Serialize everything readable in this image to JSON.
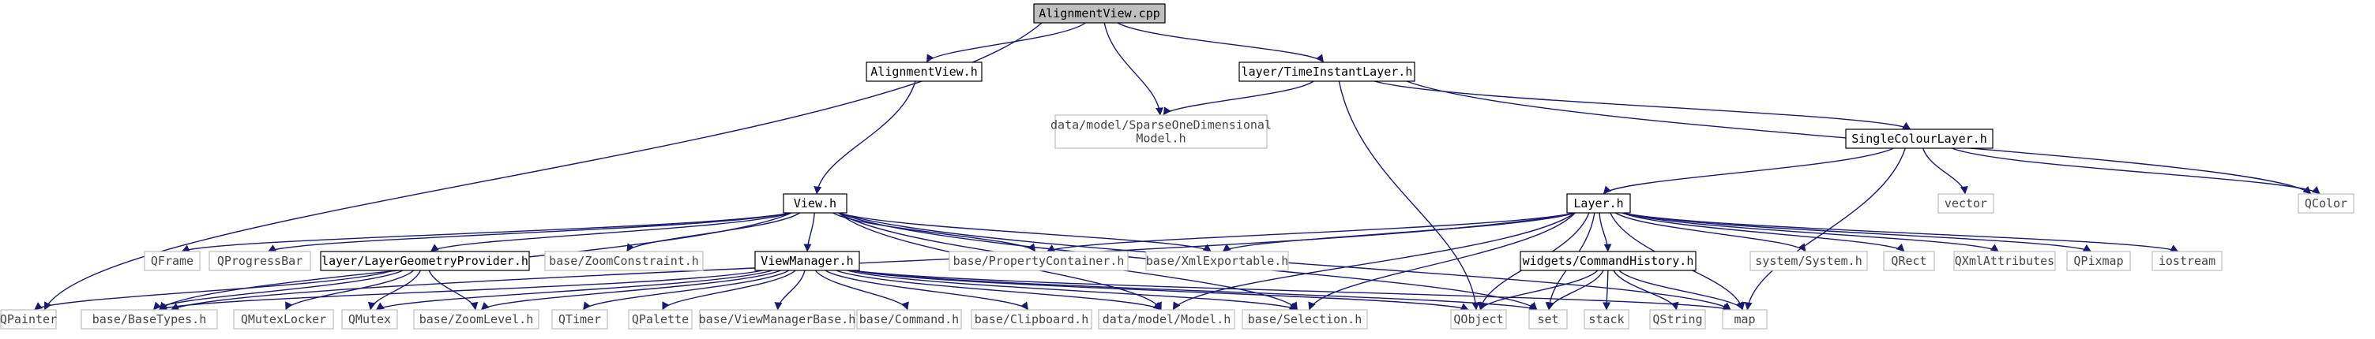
{
  "diagram": {
    "colors": {
      "edge": "#191970",
      "border_dark": "#000000",
      "border_light": "#bfbfbf",
      "text_dark": "#000000",
      "text_light": "#444444",
      "root_fill": "#bfbfbf",
      "node_fill": "#ffffff"
    },
    "nodes": [
      {
        "id": "alignmentview_cpp",
        "lines": [
          "AlignmentView.cpp"
        ],
        "style": "root"
      },
      {
        "id": "alignmentview_h",
        "lines": [
          "AlignmentView.h"
        ],
        "style": "dark"
      },
      {
        "id": "timeinstantlayer_h",
        "lines": [
          "layer/TimeInstantLayer.h"
        ],
        "style": "dark"
      },
      {
        "id": "sparseonedim_h",
        "lines": [
          "data/model/SparseOneDimensional",
          "Model.h"
        ],
        "style": "light"
      },
      {
        "id": "singlecolourlayer_h",
        "lines": [
          "SingleColourLayer.h"
        ],
        "style": "dark"
      },
      {
        "id": "view_h",
        "lines": [
          "View.h"
        ],
        "style": "dark"
      },
      {
        "id": "layer_h",
        "lines": [
          "Layer.h"
        ],
        "style": "dark"
      },
      {
        "id": "vector",
        "lines": [
          "vector"
        ],
        "style": "light"
      },
      {
        "id": "qcolor",
        "lines": [
          "QColor"
        ],
        "style": "light"
      },
      {
        "id": "qframe",
        "lines": [
          "QFrame"
        ],
        "style": "light"
      },
      {
        "id": "qprogressbar",
        "lines": [
          "QProgressBar"
        ],
        "style": "light"
      },
      {
        "id": "layergeometryprovider_h",
        "lines": [
          "layer/LayerGeometryProvider.h"
        ],
        "style": "dark"
      },
      {
        "id": "zoomconstraint_h",
        "lines": [
          "base/ZoomConstraint.h"
        ],
        "style": "light"
      },
      {
        "id": "viewmanager_h",
        "lines": [
          "ViewManager.h"
        ],
        "style": "dark"
      },
      {
        "id": "propertycontainer_h",
        "lines": [
          "base/PropertyContainer.h"
        ],
        "style": "light"
      },
      {
        "id": "xmlexportable_h",
        "lines": [
          "base/XmlExportable.h"
        ],
        "style": "light"
      },
      {
        "id": "commandhistory_h",
        "lines": [
          "widgets/CommandHistory.h"
        ],
        "style": "dark"
      },
      {
        "id": "system_h",
        "lines": [
          "system/System.h"
        ],
        "style": "light"
      },
      {
        "id": "qrect",
        "lines": [
          "QRect"
        ],
        "style": "light"
      },
      {
        "id": "qxmlattributes",
        "lines": [
          "QXmlAttributes"
        ],
        "style": "light"
      },
      {
        "id": "qpixmap",
        "lines": [
          "QPixmap"
        ],
        "style": "light"
      },
      {
        "id": "iostream",
        "lines": [
          "iostream"
        ],
        "style": "light"
      },
      {
        "id": "qpainter",
        "lines": [
          "QPainter"
        ],
        "style": "light"
      },
      {
        "id": "basetypes_h",
        "lines": [
          "base/BaseTypes.h"
        ],
        "style": "light"
      },
      {
        "id": "qmutexlocker",
        "lines": [
          "QMutexLocker"
        ],
        "style": "light"
      },
      {
        "id": "qmutex",
        "lines": [
          "QMutex"
        ],
        "style": "light"
      },
      {
        "id": "zoomlevel_h",
        "lines": [
          "base/ZoomLevel.h"
        ],
        "style": "light"
      },
      {
        "id": "qtimer",
        "lines": [
          "QTimer"
        ],
        "style": "light"
      },
      {
        "id": "qpalette",
        "lines": [
          "QPalette"
        ],
        "style": "light"
      },
      {
        "id": "viewmanagerbase_h",
        "lines": [
          "base/ViewManagerBase.h"
        ],
        "style": "light"
      },
      {
        "id": "command_h",
        "lines": [
          "base/Command.h"
        ],
        "style": "light"
      },
      {
        "id": "clipboard_h",
        "lines": [
          "base/Clipboard.h"
        ],
        "style": "light"
      },
      {
        "id": "model_h",
        "lines": [
          "data/model/Model.h"
        ],
        "style": "light"
      },
      {
        "id": "selection_h",
        "lines": [
          "base/Selection.h"
        ],
        "style": "light"
      },
      {
        "id": "qobject",
        "lines": [
          "QObject"
        ],
        "style": "light"
      },
      {
        "id": "set",
        "lines": [
          "set"
        ],
        "style": "light"
      },
      {
        "id": "stack",
        "lines": [
          "stack"
        ],
        "style": "light"
      },
      {
        "id": "qstring",
        "lines": [
          "QString"
        ],
        "style": "light"
      },
      {
        "id": "map",
        "lines": [
          "map"
        ],
        "style": "light"
      }
    ],
    "edges": [
      [
        "alignmentview_cpp",
        "alignmentview_h"
      ],
      [
        "alignmentview_cpp",
        "timeinstantlayer_h"
      ],
      [
        "alignmentview_cpp",
        "sparseonedim_h"
      ],
      [
        "alignmentview_cpp",
        "qpainter"
      ],
      [
        "alignmentview_h",
        "view_h"
      ],
      [
        "timeinstantlayer_h",
        "sparseonedim_h"
      ],
      [
        "timeinstantlayer_h",
        "singlecolourlayer_h"
      ],
      [
        "timeinstantlayer_h",
        "qcolor"
      ],
      [
        "timeinstantlayer_h",
        "qobject"
      ],
      [
        "singlecolourlayer_h",
        "layer_h"
      ],
      [
        "singlecolourlayer_h",
        "vector"
      ],
      [
        "singlecolourlayer_h",
        "qcolor"
      ],
      [
        "singlecolourlayer_h",
        "map"
      ],
      [
        "view_h",
        "qframe"
      ],
      [
        "view_h",
        "qprogressbar"
      ],
      [
        "view_h",
        "layergeometryprovider_h"
      ],
      [
        "view_h",
        "zoomconstraint_h"
      ],
      [
        "view_h",
        "viewmanager_h"
      ],
      [
        "view_h",
        "propertycontainer_h"
      ],
      [
        "view_h",
        "xmlexportable_h"
      ],
      [
        "view_h",
        "basetypes_h"
      ],
      [
        "view_h",
        "model_h"
      ],
      [
        "view_h",
        "selection_h"
      ],
      [
        "view_h",
        "set"
      ],
      [
        "view_h",
        "map"
      ],
      [
        "layergeometryprovider_h",
        "qpainter"
      ],
      [
        "layergeometryprovider_h",
        "basetypes_h"
      ],
      [
        "layergeometryprovider_h",
        "qmutexlocker"
      ],
      [
        "layergeometryprovider_h",
        "qmutex"
      ],
      [
        "layergeometryprovider_h",
        "zoomlevel_h"
      ],
      [
        "layer_h",
        "propertycontainer_h"
      ],
      [
        "layer_h",
        "xmlexportable_h"
      ],
      [
        "layer_h",
        "commandhistory_h"
      ],
      [
        "layer_h",
        "system_h"
      ],
      [
        "layer_h",
        "qrect"
      ],
      [
        "layer_h",
        "qxmlattributes"
      ],
      [
        "layer_h",
        "qpixmap"
      ],
      [
        "layer_h",
        "iostream"
      ],
      [
        "layer_h",
        "basetypes_h"
      ],
      [
        "layer_h",
        "model_h"
      ],
      [
        "layer_h",
        "selection_h"
      ],
      [
        "layer_h",
        "qobject"
      ],
      [
        "layer_h",
        "set"
      ],
      [
        "layer_h",
        "map"
      ],
      [
        "viewmanager_h",
        "basetypes_h"
      ],
      [
        "viewmanager_h",
        "qmutex"
      ],
      [
        "viewmanager_h",
        "zoomlevel_h"
      ],
      [
        "viewmanager_h",
        "qtimer"
      ],
      [
        "viewmanager_h",
        "qpalette"
      ],
      [
        "viewmanager_h",
        "viewmanagerbase_h"
      ],
      [
        "viewmanager_h",
        "command_h"
      ],
      [
        "viewmanager_h",
        "clipboard_h"
      ],
      [
        "viewmanager_h",
        "model_h"
      ],
      [
        "viewmanager_h",
        "selection_h"
      ],
      [
        "viewmanager_h",
        "qobject"
      ],
      [
        "viewmanager_h",
        "set"
      ],
      [
        "viewmanager_h",
        "map"
      ],
      [
        "commandhistory_h",
        "qobject"
      ],
      [
        "commandhistory_h",
        "set"
      ],
      [
        "commandhistory_h",
        "stack"
      ],
      [
        "commandhistory_h",
        "qstring"
      ],
      [
        "commandhistory_h",
        "map"
      ]
    ]
  }
}
